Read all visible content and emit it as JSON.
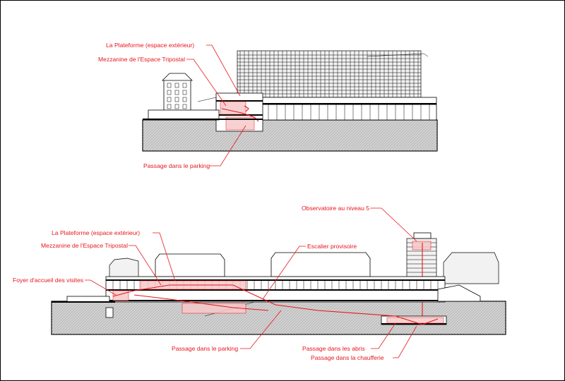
{
  "colors": {
    "annotation": "#e8161c",
    "ground": "#d0d0d0",
    "line": "#000000"
  },
  "section_top": {
    "labels": {
      "plateforme": "La Plateforme (espace extérieur)",
      "mezzanine": "Mezzanine de l'Espace Tripostal",
      "parking": "Passage dans le parking"
    }
  },
  "section_bottom": {
    "labels": {
      "observatoire": "Observatoire au niveau 5",
      "plateforme": "La Plateforme (espace extérieur)",
      "escalier": "Escalier provisoire",
      "mezzanine": "Mezzanine de l'Espace Tripostal",
      "foyer": "Foyer d'accueil des visites",
      "parking": "Passage dans le parking",
      "abris": "Passage dans les abris",
      "chaufferie": "Passage dans la chaufferie"
    }
  }
}
